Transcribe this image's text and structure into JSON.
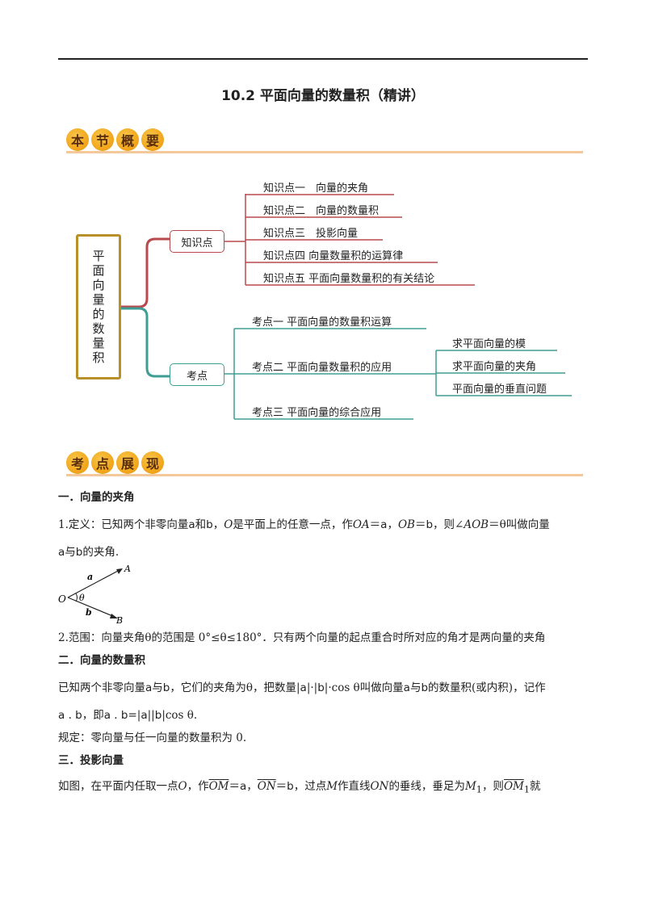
{
  "title": "10.2  平面向量的数量积（精讲）",
  "banner1": [
    "本",
    "节",
    "概",
    "要"
  ],
  "banner2": [
    "考",
    "点",
    "展",
    "现"
  ],
  "mindmap": {
    "root": [
      "平",
      "面",
      "向",
      "量",
      "的",
      "数",
      "量",
      "积"
    ],
    "branch_knowledge": "知识点",
    "branch_exam": "考点",
    "knowledge_items": [
      "知识点一　向量的夹角",
      "知识点二　向量的数量积",
      "知识点三　投影向量",
      "知识点四  向量数量积的运算律",
      "知识点五  平面向量数量积的有关结论"
    ],
    "exam_items": [
      "考点一  平面向量的数量积运算",
      "考点二  平面向量数量积的应用",
      "考点三  平面向量的综合应用"
    ],
    "exam2_sub": [
      "求平面向量的模",
      "求平面向量的夹角",
      "平面向量的垂直问题"
    ]
  },
  "section1": {
    "heading": "一．向量的夹角",
    "l1a": "1.定义：已知两个非零向量",
    "l1b": "和",
    "l1c": "，",
    "l1d": "O",
    "l1e": "是平面上的任意一点，作",
    "l1f": "OA",
    "l1g": "＝",
    "l1h": "，",
    "l1i": "OB",
    "l1j": "＝",
    "l1k": "，则∠",
    "l1l": "AOB",
    "l1m": "＝θ叫做向量",
    "l2a": "与",
    "l2b": "的夹角.",
    "fig": {
      "a": "a",
      "b": "b",
      "A": "A",
      "B": "B",
      "O": "O",
      "theta": "θ"
    },
    "range": "2.范围：向量夹角θ的范围是 0°≤θ≤180°．只有两个向量的起点重合时所对应的角才是两向量的夹角"
  },
  "section2": {
    "heading": "二．向量的数量积",
    "p1a": "已知两个非零向量",
    "p1b": "与",
    "p1c": "，它们的夹角为θ，把数量|",
    "p1d": "|·|",
    "p1e": "|·cos θ叫做向量",
    "p1f": "与",
    "p1g": "的数量积(或内积)，记作",
    "p2a": " . ",
    "p2b": "，即",
    "p2c": " . ",
    "p2d": "=|",
    "p2e": "||",
    "p2f": "|cos θ.",
    "rule": "规定：零向量与任一向量的数量积为 0."
  },
  "section3": {
    "heading": "三．投影向量",
    "p1a": "如图，在平面内任取一点",
    "p1b": "O",
    "p1c": "，作",
    "p1d": "OM",
    "p1e": "＝",
    "p1f": "，",
    "p1g": "ON",
    "p1h": "＝",
    "p1i": "，过点",
    "p1j": "M",
    "p1k": "作直线",
    "p1l": "ON",
    "p1m": "的垂线，垂足为",
    "p1n": "M",
    "p1o": "1",
    "p1p": "，则",
    "p1q": "OM",
    "p1r": "1",
    "p1s": "就"
  },
  "vec": {
    "a": "a",
    "b": "b"
  },
  "colors": {
    "banner": "#f2a81d",
    "root_border": "#b8902a",
    "red_branch": "#b84a4e",
    "teal_branch": "#3e9e93"
  }
}
